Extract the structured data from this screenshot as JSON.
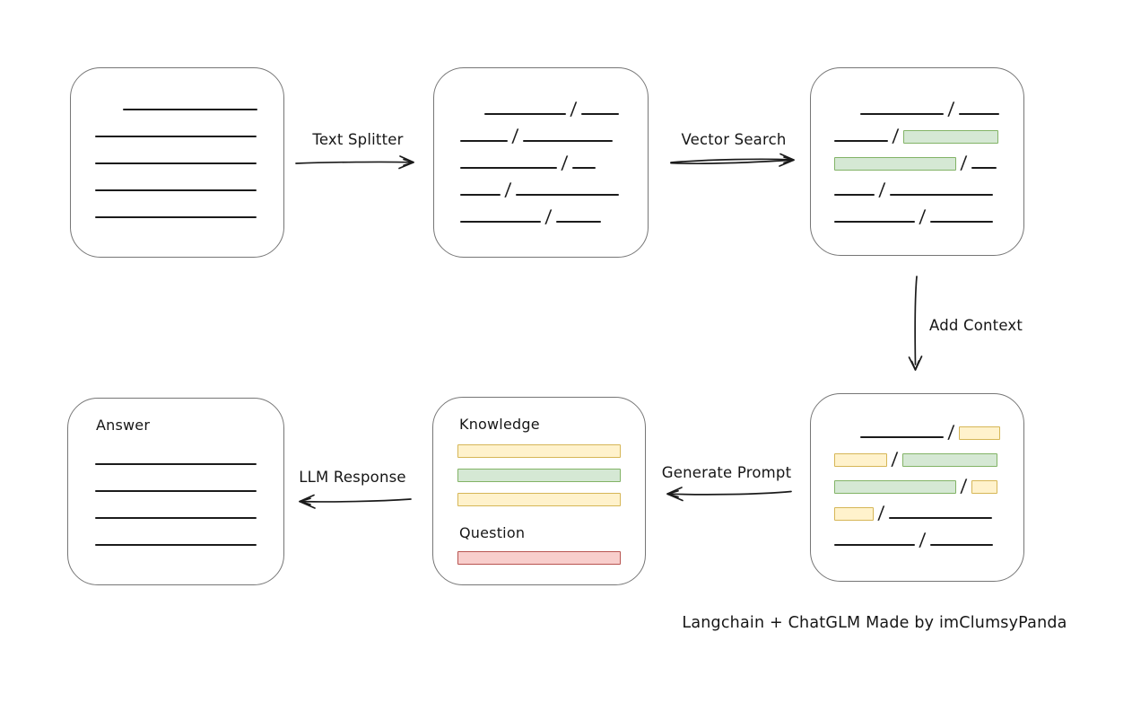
{
  "caption": "Langchain + ChatGLM Made by imClumsyPanda",
  "arrow_labels": {
    "text_splitter": "Text Splitter",
    "vector_search": "Vector Search",
    "add_context": "Add Context",
    "generate_prompt": "Generate Prompt",
    "llm_response": "LLM Response"
  },
  "box_labels": {
    "knowledge": "Knowledge",
    "question": "Question",
    "answer": "Answer"
  },
  "glyphs": {
    "slash": "/"
  },
  "colors": {
    "line": "#1b1b1b",
    "box_border": "#767676",
    "green_fill": "#d5e8d4",
    "green_stroke": "#82b366",
    "yellow_fill": "#fff2cc",
    "yellow_stroke": "#d6b656",
    "red_fill": "#f8cecc",
    "red_stroke": "#b85450"
  },
  "boxes": {
    "document": {
      "lines": [
        {
          "indent": 31,
          "w": 150
        },
        {
          "indent": 0,
          "w": 180
        },
        {
          "indent": 0,
          "w": 180
        },
        {
          "indent": 0,
          "w": 180
        },
        {
          "indent": 0,
          "w": 180
        }
      ]
    },
    "split_text": {
      "rows": [
        [
          {
            "t": "gap",
            "w": 56
          },
          {
            "t": "line",
            "w": 91
          },
          {
            "t": "slash"
          },
          {
            "t": "line",
            "w": 42
          }
        ],
        [
          {
            "t": "gap",
            "w": 29
          },
          {
            "t": "line",
            "w": 53
          },
          {
            "t": "slash"
          },
          {
            "t": "line",
            "w": 100
          }
        ],
        [
          {
            "t": "gap",
            "w": 29
          },
          {
            "t": "line",
            "w": 108
          },
          {
            "t": "slash"
          },
          {
            "t": "line",
            "w": 26
          }
        ],
        [
          {
            "t": "gap",
            "w": 29
          },
          {
            "t": "line",
            "w": 45
          },
          {
            "t": "slash"
          },
          {
            "t": "line",
            "w": 115
          }
        ],
        [
          {
            "t": "gap",
            "w": 29
          },
          {
            "t": "line",
            "w": 90
          },
          {
            "t": "slash"
          },
          {
            "t": "line",
            "w": 50
          }
        ]
      ]
    },
    "vector_matches": {
      "rows": [
        [
          {
            "t": "gap",
            "w": 55
          },
          {
            "t": "line",
            "w": 93
          },
          {
            "t": "slash"
          },
          {
            "t": "line",
            "w": 45
          }
        ],
        [
          {
            "t": "gap",
            "w": 26
          },
          {
            "t": "line",
            "w": 60
          },
          {
            "t": "slash"
          },
          {
            "t": "green",
            "w": 104
          }
        ],
        [
          {
            "t": "gap",
            "w": 26
          },
          {
            "t": "green",
            "w": 134
          },
          {
            "t": "slash"
          },
          {
            "t": "line",
            "w": 28
          }
        ],
        [
          {
            "t": "gap",
            "w": 26
          },
          {
            "t": "line",
            "w": 45
          },
          {
            "t": "slash"
          },
          {
            "t": "line",
            "w": 115
          }
        ],
        [
          {
            "t": "gap",
            "w": 26
          },
          {
            "t": "line",
            "w": 90
          },
          {
            "t": "slash"
          },
          {
            "t": "line",
            "w": 70
          }
        ]
      ]
    },
    "context": {
      "rows": [
        [
          {
            "t": "gap",
            "w": 55
          },
          {
            "t": "line",
            "w": 93
          },
          {
            "t": "slash"
          },
          {
            "t": "yellow",
            "w": 44
          }
        ],
        [
          {
            "t": "gap",
            "w": 26
          },
          {
            "t": "yellow",
            "w": 57
          },
          {
            "t": "slash"
          },
          {
            "t": "green",
            "w": 104
          }
        ],
        [
          {
            "t": "gap",
            "w": 26
          },
          {
            "t": "green",
            "w": 134
          },
          {
            "t": "slash"
          },
          {
            "t": "yellow",
            "w": 27
          }
        ],
        [
          {
            "t": "gap",
            "w": 26
          },
          {
            "t": "yellow",
            "w": 42
          },
          {
            "t": "slash"
          },
          {
            "t": "line",
            "w": 115
          }
        ],
        [
          {
            "t": "gap",
            "w": 26
          },
          {
            "t": "line",
            "w": 90
          },
          {
            "t": "slash"
          },
          {
            "t": "line",
            "w": 70
          }
        ]
      ]
    },
    "prompt": {
      "knowledge_bars": [
        {
          "c": "yellow",
          "w": 180
        },
        {
          "c": "green",
          "w": 180
        },
        {
          "c": "yellow",
          "w": 180
        }
      ],
      "question_bars": [
        {
          "c": "red",
          "w": 180
        }
      ]
    },
    "answer": {
      "lines": [
        {
          "indent": 0,
          "w": 180
        },
        {
          "indent": 0,
          "w": 180
        },
        {
          "indent": 0,
          "w": 180
        },
        {
          "indent": 0,
          "w": 180
        }
      ]
    }
  }
}
